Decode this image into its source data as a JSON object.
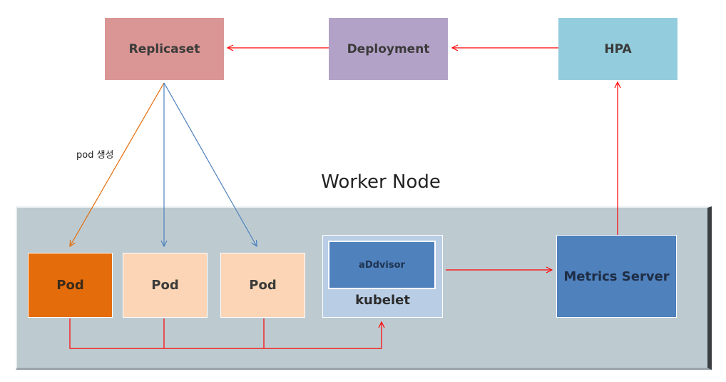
{
  "nodes": {
    "replicaset": "Replicaset",
    "deployment": "Deployment",
    "hpa": "HPA",
    "worker_node_title": "Worker Node",
    "pods": [
      "Pod",
      "Pod",
      "Pod"
    ],
    "cadvisor": "aDdvisor",
    "kubelet": "kubelet",
    "metrics_server": "Metrics Server"
  },
  "edge_labels": {
    "pod_create": "pod 생성"
  },
  "colors": {
    "replicaset": "#d99694",
    "deployment": "#b3a2c7",
    "hpa": "#93cddd",
    "worker_node": "#bdcbd1",
    "pod_active": "#e46c0a",
    "pod": "#fbd5b5",
    "kubelet": "#b9cde5",
    "cadvisor": "#4f81bd",
    "metrics_server": "#4f81bd",
    "arrow_red": "#ff0000",
    "arrow_orange": "#e46c0a",
    "arrow_blue": "#4f81bd"
  }
}
